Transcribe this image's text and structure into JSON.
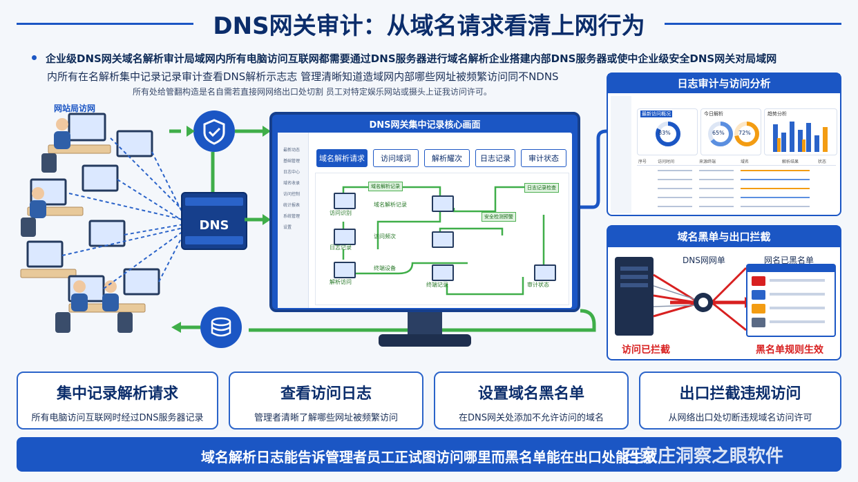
{
  "title": "DNS网关审计：从域名请求看清上网行为",
  "intro": {
    "line1": "企业级DNS网关域名解析审计局域网内所有电脑访问互联网都需要通过DNS服务器进行域名解析企业搭建内部DNS服务器或使中企业级安全DNS网关对局域网",
    "line2": "内所有在名解析集中记录记录审计查看DNS解析示志志 管理清晰知道造域网内部哪些网址被频繁访问同不NDNS",
    "line3": "所有处给管翻构造是名自需若直接网网络出口处切割 员工对特定娱乐网站或摄头上证我访问许可。"
  },
  "left": {
    "network_label": "网站局访网",
    "dns_label": "DNS"
  },
  "center": {
    "header": "DNS网关集中记录核心画面",
    "tabs": [
      "域名解析请求",
      "访问域词",
      "解析耀次",
      "日志记录",
      "审计状态"
    ],
    "sidebar": [
      "最新动态",
      "基础管理",
      "日志中心",
      "域名收录",
      "访问控制",
      "统计报表",
      "系统管理",
      "设置"
    ],
    "nodes": {
      "box1": "域名解析记录",
      "box2": "日志记录检查",
      "box3": "安全检测预警",
      "label1": "域名解析记录",
      "label2": "访问识别",
      "label3": "访问频次",
      "label4": "日志记录",
      "label5": "终端设备",
      "label6": "解析访问",
      "label7": "终端记录",
      "label8": "审计状态"
    }
  },
  "right_top": {
    "header": "日志审计与访问分析",
    "widgets": [
      "最新访问概况",
      "今日解析",
      "趋势分析"
    ],
    "stats": [
      "83%",
      "65%",
      "72%"
    ],
    "table_headers": [
      "序号",
      "访问时间",
      "来源终端",
      "域名",
      "解析结果",
      "状态"
    ]
  },
  "right_bottom": {
    "header": "域名黑单与出口拦截",
    "dns_list": "DNS网网单",
    "blacklist": "网名已黑名单",
    "blocked": "访问已拦截",
    "effective": "黑名单规则生效"
  },
  "cards": [
    {
      "title": "集中记录解析请求",
      "desc": "所有电脑访问互联网时经过DNS服务器记录"
    },
    {
      "title": "查看访问日志",
      "desc": "管理者清晰了解哪些网址被频繁访问"
    },
    {
      "title": "设置域名黑名单",
      "desc": "在DNS网关处添加不允许访问的域名"
    },
    {
      "title": "出口拦截违规访问",
      "desc": "从网络出口处切断违规域名访问许可"
    }
  ],
  "footer": "域名解析日志能告诉管理者员工正试图访问哪里而黑名单能在出口处能生效",
  "watermark": "石家庄洞察之眼软件",
  "colors": {
    "primary": "#1b56c4",
    "green": "#3fae49",
    "red": "#d82020",
    "orange": "#f39c12"
  }
}
